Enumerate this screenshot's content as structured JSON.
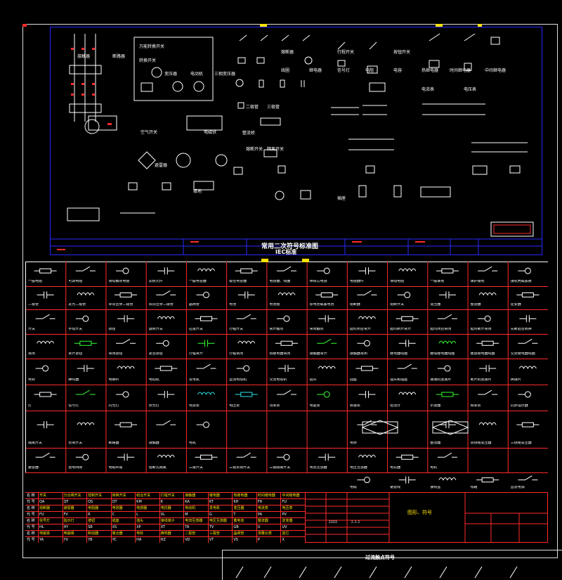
{
  "top_section": {
    "title": "常用二次符号标准图",
    "subtitle": "IEC标准",
    "labels_white": [
      "万能转换开关",
      "转换开关",
      "变压器",
      "电动机",
      "三相变压器",
      "接触器",
      "断路器",
      "熔断器",
      "行程开关",
      "按钮开关",
      "线圈",
      "继电器",
      "信号灯",
      "电阻",
      "电容",
      "热继电器",
      "时间继电器",
      "中间继电器",
      "电流表",
      "电压表",
      "空气开关",
      "电磁铁",
      "避雷器",
      "接地",
      "插座",
      "二极管",
      "三极管",
      "整流桥",
      "熔断开关",
      "隔离开关"
    ]
  },
  "grid_section": {
    "row_labels": [
      [
        "一般电阻",
        "可调电阻",
        "滑动触点电阻",
        "加热元件",
        "一般电容器",
        "极性电容器",
        "电感器、线圈",
        "带铁芯电感",
        "电阻器件",
        "滑动电阻",
        "一般接地",
        "保护接地",
        "接机壳或底板"
      ],
      [
        "二极管",
        "发光二极管",
        "单向击穿二极管",
        "双向击穿二极管",
        "晶闸管",
        "电池",
        "电池组",
        "原电池或蓄电池",
        "熔断器",
        "熔断开关",
        "变压器",
        "整流器",
        "逆变器"
      ],
      [
        "开关",
        "手动开关",
        "按钮",
        "旋转开关",
        "拉拔开关",
        "行程开关",
        "常开触点",
        "常闭触点",
        "延时闭合常开",
        "延时断开常开",
        "延时闭合常闭",
        "延时断开常闭",
        "先断后合转换"
      ],
      [
        "常闭",
        "常开按钮",
        "常闭按钮",
        "复合按钮",
        "行程常开",
        "行程常闭",
        "热继电器常闭",
        "接触器常开",
        "接触器常闭",
        "继电器线圈",
        "缓吸继电器线圈",
        "缓放继电器线圈",
        "交流继电器线圈"
      ],
      [
        "电铃",
        "蜂鸣器",
        "电喇叭",
        "电动机",
        "发电机",
        "直流电动机",
        "交流电动机",
        "插头",
        "插座",
        "插头和插座",
        "接通的连接片",
        "断开的连接片",
        "换接片"
      ],
      [
        "灯",
        "信号灯",
        "闪光灯",
        "荧光灯",
        "电流表",
        "电压表",
        "功率表",
        "电能表",
        "转速表",
        "检流计",
        "示波器",
        "频率表",
        "同步指示器"
      ],
      [
        "隔离开关",
        "负荷开关",
        "断路器",
        "接触器",
        "电机",
        "",
        "",
        "",
        "电桥",
        "",
        "整流器",
        "双绕组变压器",
        "三绕组变压器"
      ],
      [
        "避雷器",
        "放电间隙",
        "电缆终端",
        "熔断式隔离",
        "三极开关",
        "三极负荷开关",
        "三极隔离开关",
        "电流互感器",
        "电压互感器",
        "电抗器",
        "电机",
        "",
        ""
      ],
      [
        "",
        "",
        "",
        "",
        "",
        "",
        "",
        "",
        "电缆",
        "避雷线",
        "接线盒",
        "线路",
        "直流电源"
      ]
    ]
  },
  "code_table": {
    "rows": [
      {
        "head": "名 称",
        "cells": [
          "开关",
          "分合闸开关",
          "控制开关",
          "转换开关",
          "组合开关",
          "行程开关",
          "接触器",
          "继电器",
          "热继电器",
          "时间继电器",
          "中间继电器"
        ]
      },
      {
        "head": "代 号",
        "cells": [
          "QA",
          "QF",
          "QS",
          "QT",
          "KM",
          "K",
          "KA",
          "KT",
          "KH",
          "FR",
          "FU"
        ]
      },
      {
        "head": "名 称",
        "cells": [
          "熔断器",
          "避雷器",
          "电阻器",
          "电容器",
          "电感器",
          "电抗器",
          "电动机",
          "发电机",
          "变压器",
          "电流表",
          "电压表"
        ]
      },
      {
        "head": "代 号",
        "cells": [
          "FU",
          "FV",
          "R",
          "C",
          "L",
          "XL",
          "M",
          "G",
          "T",
          "PA",
          "PV"
        ]
      },
      {
        "head": "名 称",
        "cells": [
          "信号灯",
          "指示灯",
          "按钮",
          "插座",
          "插头",
          "接线端子",
          "电流互感器",
          "电压互感器",
          "蓄电池",
          "整流器",
          "逆变器"
        ]
      },
      {
        "head": "代 号",
        "cells": [
          "HL",
          "HY",
          "SB",
          "XS",
          "XP",
          "XT",
          "TA",
          "TV",
          "GB",
          "U",
          "UV"
        ]
      },
      {
        "head": "名 称",
        "cells": [
          "电磁铁",
          "电磁阀",
          "制动器",
          "离合器",
          "电铃",
          "蜂鸣器",
          "二极管",
          "三极管",
          "晶闸管",
          "测量仪表",
          "其它"
        ]
      },
      {
        "head": "代 号",
        "cells": [
          "YA",
          "YV",
          "YB",
          "YC",
          "HA",
          "HZ",
          "VD",
          "VT",
          "VS",
          "P",
          "X"
        ]
      }
    ]
  },
  "title_block": {
    "label": "图形、符号"
  },
  "bottom_box": {
    "title": "过流触点符号"
  },
  "colors": {
    "grid_red": "#ff2a2a",
    "frame_blue": "#2a2aff",
    "text_yellow": "#ffe300",
    "symbol_white": "#ffffff",
    "symbol_green": "#33ff33",
    "symbol_cyan": "#2ee6e6"
  }
}
